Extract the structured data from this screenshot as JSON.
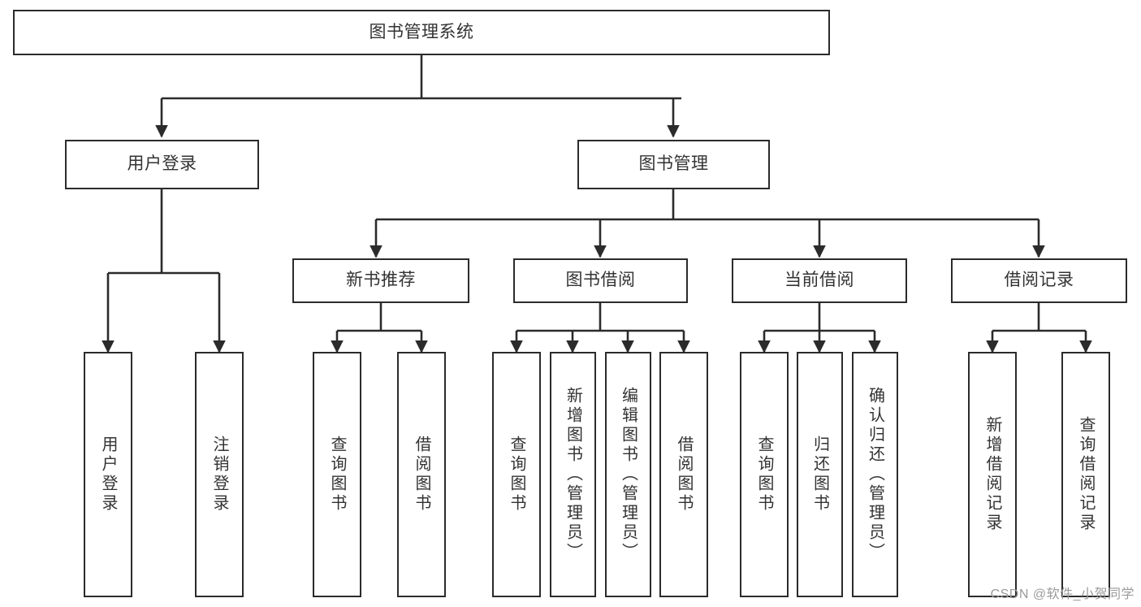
{
  "diagram": {
    "type": "tree-hierarchy",
    "title": "图书管理系统",
    "watermark": "CSDN @软件_小贺同学",
    "colors": {
      "stroke": "#2b2b2b",
      "fill": "#ffffff",
      "text": "#333333",
      "watermark": "#9a9a9a"
    },
    "levels": {
      "root": {
        "label": "图书管理系统"
      },
      "level2": [
        {
          "id": "user-login",
          "label": "用户登录"
        },
        {
          "id": "book-manage",
          "label": "图书管理"
        }
      ],
      "level3": [
        {
          "id": "new-book-recommend",
          "label": "新书推荐",
          "parent": "book-manage"
        },
        {
          "id": "book-borrow",
          "label": "图书借阅",
          "parent": "book-manage"
        },
        {
          "id": "current-borrow",
          "label": "当前借阅",
          "parent": "book-manage"
        },
        {
          "id": "borrow-record",
          "label": "借阅记录",
          "parent": "book-manage"
        }
      ],
      "leaves": [
        {
          "id": "leaf-user-login",
          "label": "用户登录",
          "parent": "user-login"
        },
        {
          "id": "leaf-logout-login",
          "label": "注销登录",
          "parent": "user-login"
        },
        {
          "id": "leaf-query-book-1",
          "label": "查询图书",
          "parent": "new-book-recommend"
        },
        {
          "id": "leaf-borrow-book-1",
          "label": "借阅图书",
          "parent": "new-book-recommend"
        },
        {
          "id": "leaf-query-book-2",
          "label": "查询图书",
          "parent": "book-borrow"
        },
        {
          "id": "leaf-add-book",
          "label": "新增图书（管理员）",
          "parent": "book-borrow"
        },
        {
          "id": "leaf-edit-book",
          "label": "编辑图书（管理员）",
          "parent": "book-borrow"
        },
        {
          "id": "leaf-borrow-book-2",
          "label": "借阅图书",
          "parent": "book-borrow"
        },
        {
          "id": "leaf-query-book-3",
          "label": "查询图书",
          "parent": "current-borrow"
        },
        {
          "id": "leaf-return-book",
          "label": "归还图书",
          "parent": "current-borrow"
        },
        {
          "id": "leaf-confirm-return",
          "label": "确认归还（管理员）",
          "parent": "current-borrow"
        },
        {
          "id": "leaf-add-record",
          "label": "新增借阅记录",
          "parent": "borrow-record"
        },
        {
          "id": "leaf-query-record",
          "label": "查询借阅记录",
          "parent": "borrow-record"
        }
      ]
    }
  }
}
